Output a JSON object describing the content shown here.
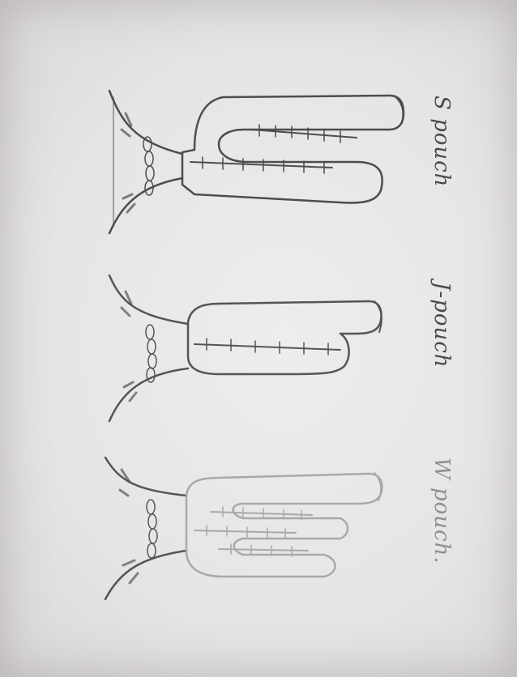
{
  "labels": {
    "s_pouch": "S pouch",
    "j_pouch": "J-pouch",
    "w_pouch": "W pouch."
  },
  "colors": {
    "paper": "#e9e8e8",
    "pencil_dark": "#4a4a4a",
    "pencil_light": "#8f8f8f"
  }
}
